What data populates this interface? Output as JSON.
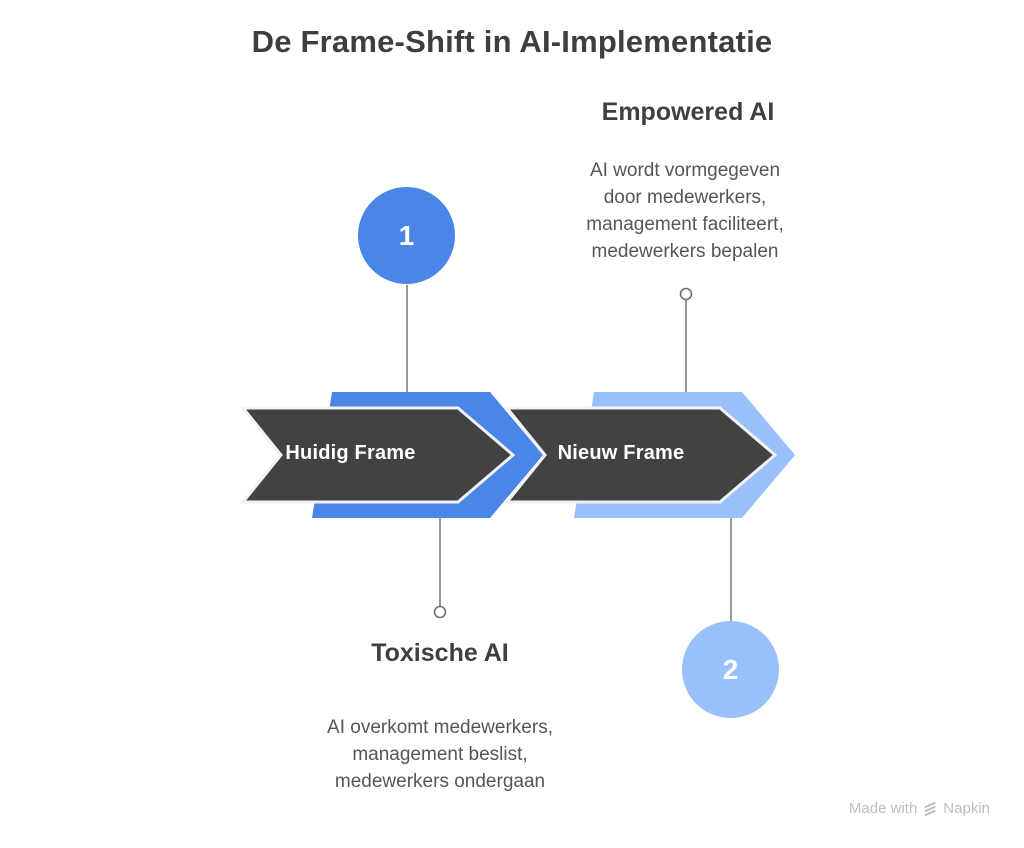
{
  "title": "De Frame-Shift in AI-Implementatie",
  "colors": {
    "primary_blue": "#4a85e8",
    "light_blue": "#9ac0fb",
    "dark_arrow": "#424245",
    "heading_text": "#3f3f41",
    "body_text": "#555659",
    "connector_gray": "#7d7d7d",
    "watermark_gray": "#b9bec5"
  },
  "steps": [
    {
      "number": "1",
      "arrow_label": "Huidig Frame",
      "callout_title": "Toxische AI",
      "callout_body": "AI overkomt medewerkers,\nmanagement beslist,\nmedewerkers ondergaan"
    },
    {
      "number": "2",
      "arrow_label": "Nieuw Frame",
      "callout_title": "Empowered AI",
      "callout_body": "AI wordt vormgegeven\ndoor medewerkers,\nmanagement faciliteert,\nmedewerkers bepalen"
    }
  ],
  "watermark": {
    "prefix": "Made with",
    "brand": "Napkin"
  }
}
